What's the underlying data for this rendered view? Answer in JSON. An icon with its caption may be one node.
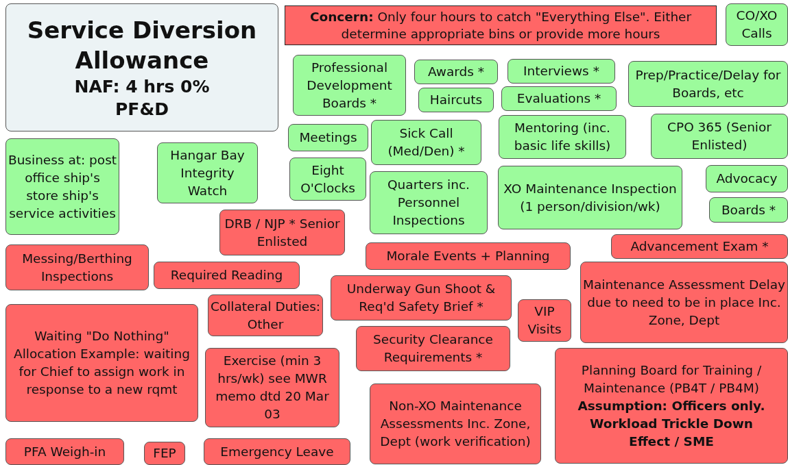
{
  "diagram": {
    "nodes": [
      {
        "text": [
          "Service Diversion Allowance",
          "NAF: 4 hrs 0% PF&D"
        ]
      },
      {
        "text": [
          "**Concern:** Only four hours to catch \"Everything Else\". Either determine appropriate bins or provide more hours"
        ]
      },
      {
        "text": [
          "CO/XO Calls"
        ]
      },
      {
        "text": [
          "Professional Development Boards *"
        ]
      },
      {
        "text": [
          "Awards *"
        ]
      },
      {
        "text": [
          "Interviews *"
        ]
      },
      {
        "text": [
          "Prep/Practice/Delay for Boards, etc"
        ]
      },
      {
        "text": [
          "Haircuts"
        ]
      },
      {
        "text": [
          "Evaluations *"
        ]
      },
      {
        "text": [
          "Meetings"
        ]
      },
      {
        "text": [
          "Sick Call (Med/Den) *"
        ]
      },
      {
        "text": [
          "Mentoring (inc. basic life skills)"
        ]
      },
      {
        "text": [
          "CPO 365 (Senior Enlisted)"
        ]
      },
      {
        "text": [
          "Business at: post office ship's store ship's service activities"
        ]
      },
      {
        "text": [
          "Hangar Bay Integrity Watch"
        ]
      },
      {
        "text": [
          "Eight O'Clocks"
        ]
      },
      {
        "text": [
          "Quarters inc. Personnel Inspections"
        ]
      },
      {
        "text": [
          "XO Maintenance Inspection (1 person/division/wk)"
        ]
      },
      {
        "text": [
          "Advocacy"
        ]
      },
      {
        "text": [
          "Boards *"
        ]
      },
      {
        "text": [
          "DRB / NJP * Senior Enlisted"
        ]
      },
      {
        "text": [
          "Messing/Berthing Inspections"
        ]
      },
      {
        "text": [
          "Required Reading"
        ]
      },
      {
        "text": [
          "Morale Events + Planning"
        ]
      },
      {
        "text": [
          "Advancement Exam *"
        ]
      },
      {
        "text": [
          "Underway Gun Shoot & Req'd Safety Brief *"
        ]
      },
      {
        "text": [
          "Collateral Duties: Other"
        ]
      },
      {
        "text": [
          "VIP Visits"
        ]
      },
      {
        "text": [
          "Maintenance Assessment Delay due to need to be in place Inc. Zone, Dept"
        ]
      },
      {
        "text": [
          "Waiting \"Do Nothing\" Allocation Example: waiting for Chief to assign work in response to a new rqmt"
        ]
      },
      {
        "text": [
          "Exercise (min 3 hrs/wk) see MWR memo dtd 20 Mar 03"
        ]
      },
      {
        "text": [
          "Security Clearance Requirements *"
        ]
      },
      {
        "text": [
          "Non-XO Maintenance Assessments Inc. Zone, Dept (work verification)"
        ]
      },
      {
        "text": [
          "Planning Board for Training / Maintenance (PB4T / PB4M)",
          "Assumption: Officers only. Workload Trickle Down Effect / SME"
        ]
      },
      {
        "text": [
          "PFA Weigh-in"
        ]
      },
      {
        "text": [
          "FEP"
        ]
      },
      {
        "text": [
          "Emergency Leave"
        ]
      }
    ]
  }
}
